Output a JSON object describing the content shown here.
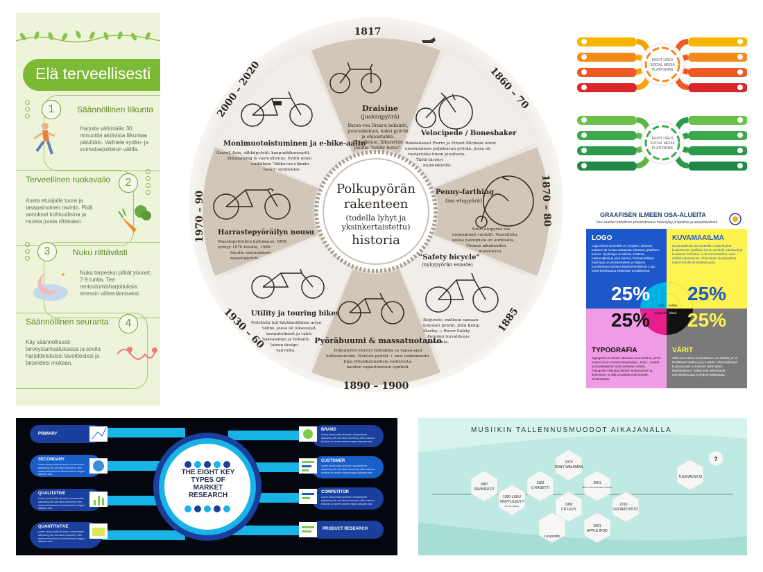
{
  "health": {
    "banner": "Elä terveellisesti",
    "items": [
      {
        "num": "1",
        "title": "Säännöllinen liikunta",
        "text": "Harjoita vähintään 30 minuuttia aktiivista liikuntaa päivittäin. Vaihtele sydän- ja voimaharjoittelun välillä."
      },
      {
        "num": "2",
        "title": "Terveellinen ruokavalio",
        "text": "Aseta etusijalle tuore ja tasapainoinen ravinto. Pidä annokset kohtuullisina ja muista juoda riittävästi."
      },
      {
        "num": "3",
        "title": "Nuku riittävästi",
        "text": "Nuku tarpeeksi pitkät yöunet, 7-9 tuntia. Tee rentoutumisharjoituksia stressin vähentämiseksi."
      },
      {
        "num": "4",
        "title": "Säännöllinen seuranta",
        "text": "Käy säännöllisesti terveystarkastuksissa ja sovita harjoittelutulosi tavoitteidesi ja tarpeidesi mukaan."
      }
    ]
  },
  "bike": {
    "center": {
      "l1": "Polkupyörän",
      "l2": "rakenteen",
      "l3": "(todella lyhyt ja",
      "l4": "yksinkertaistettu)",
      "l5": "historia"
    },
    "years": {
      "y1817": "1817",
      "y1860": "1860 – 70",
      "y1870": "1870 – 80",
      "y1885": "1885",
      "y1890": "1890 – 1900",
      "y1930": "1930 – 60",
      "y1970": "1970 – 90",
      "y2000": "2000 – 2020"
    },
    "segments": {
      "draisine": {
        "title": "Draisine",
        "sub": "(juoksupyörä)",
        "text": [
          "Baron von Drais'n keksintö,",
          "puurunkoinen, kaksi pyörää",
          "ja ohjaustanko.",
          "Ei polkimia, liikutettiin",
          "jaloilla \"hobby horse\"."
        ]
      },
      "velocipede": {
        "title": "Velocipede / Boneshaker",
        "text": [
          "Ranskalaiset Pierre ja Ernest Michaux loivat",
          "ensimmäisen poljettavan pyörän, jossa oli",
          "rautarunko ilman jousitusta.",
          "Tästä täristyi",
          "mukulakivillä."
        ]
      },
      "penny": {
        "title": "Penny-farthing",
        "sub": "(iso etupyörä)",
        "text": [
          "Suuri etupyörä tuo",
          "nopeammat vauhdit. Vaarallista,",
          "koska painopiste on korkealla.",
          "Yleinen aikakauden",
          "muotokuva."
        ]
      },
      "safety": {
        "title": "\"Safety bicycle\"",
        "sub": "(nykypyörän esiaste)",
        "text": [
          "Ketjuveto, melkein samaan",
          "kokoiset pyörät. John Kemp",
          "Starley → Rover Safety.",
          "Parempi turvallisuus",
          "ja hallinta."
        ]
      },
      "boom": {
        "title": "Pyöräbuumi & massatuotanto",
        "text": [
          "Polkupyörä yleistyi työmatka- ja vapaa-ajan",
          "kulkuneuvoksi. Naisten pyörät + uusi runkomuoto.",
          "Jopa yhteiskunnallista vaikutusta:",
          "naisten vapautumisen symboli."
        ]
      },
      "utility": {
        "title": "Utility ja touring bikes",
        "text": [
          "Pyöräistä tuli käytännöllinen arjen",
          "väline, jossa oli lokasuojat,",
          "tavaratelineet ja valot.",
          "Saksalainen ja hollanti-",
          "lainen design",
          "vahvoilla."
        ]
      },
      "hobby": {
        "title": "Harrastepyöräilyn nousu",
        "text": [
          "Maastopyöräilyn kultakausi, BMX",
          "syntyy 1970-luvulla, 1980-",
          "luvulla ensimmäiset",
          "maastopyörät."
        ]
      },
      "ebike": {
        "title": "Monimuotoistuminen ja e-bike-aalto",
        "text": [
          "Gravel, fixie, sähköpyörät, kaupunkikonseptit,",
          "bikepacking & vastuullisuus. Pyörä nousi",
          "uudelleen \"liikkuvan elämän-",
          "tavan\" symboliksi."
        ]
      }
    }
  },
  "social": {
    "center_l1": "EIGHT USED",
    "center_l2": "SOCIAL MEDIA",
    "center_l3": "PLATFORMS"
  },
  "graphic": {
    "title": "GRAAFISEN ILMEEN OSA-ALUEITA",
    "subtitle": "Osa-alueiden todellinen prosenttiosuus määräytyy projektista ja asiayhteydestä",
    "logo": {
      "head": "LOGO",
      "body": "Logo eli tunnusmerkki on yritysten, yhteisön, tuotteen tai muuta vastaavaa edustava graafinen tunnus. Hyvä logo on selkeä, erottuva, mieleenjäävä ja aina toimiva. Parhaimmillaan hyvä logo on yksinkertainen ja helposti tunnistettava kaikissa käyttöyhteyksissä. Logo toimii tehokkaana viestinnän työvälineenä."
    },
    "kuva": {
      "head": "KUVAMAAILMA",
      "body": "Kuvamaailman elementteihin voivat kuulua kuvituskuvat, grafiikat, ikonit, symbolit, valokuvat ja kuvioinnit. Tarkoitus ei ole kuvamaailma, vaan esittää kokonaisuus. Yhtenäinen kuvamaailma tukee brändin tunnistettavuutta."
    },
    "typo": {
      "head": "TYPOGRAFIA",
      "body": "Typografia on tekstin ulkoasun suunnittelua, johon kuuluu muun muassa kirjasinlajin-, koon-, merkki- ja rivivälistyksen sekä asettelun valinta. Typografia vaikuttaa tekstin luettavuuteen ja ilmeeseen, ja sillä on tärkeä rooli brändin viestinnässä."
    },
    "varit": {
      "head": "VÄRIT",
      "body": "Värit ovat vahva tunnistettava osa ilmettä, ja ne herättävät mielikuvia ja tunteita. Värimaailmaan kuuluvat pää- ja tukivärit sekä niiden käyttösäännöt. Valitut värit vahvistavat tunnistettavuutta ja yhdenmukaisuutta."
    },
    "p1": "25%",
    "p2": "25%",
    "p3": "25%",
    "p4": "25%",
    "ring": {
      "cyan": "cyan",
      "yellow": "yellow",
      "magenta": "magenta",
      "black": "black"
    }
  },
  "market": {
    "center": [
      "THE EIGHT KEY",
      "TYPES OF",
      "MARKET",
      "RESEARCH"
    ],
    "left": [
      {
        "label": "PRIMARY",
        "body": ""
      },
      {
        "label": "SECONDARY",
        "body": "Lorem ipsum dolor sit amet, consectetuer adipiscing elit, sed diam nonummy nibh euismod tincidunt ut laoreet dolore magna aliquam erat."
      },
      {
        "label": "QUALITATIVE",
        "body": "Lorem ipsum dolor sit amet, consectetuer adipiscing elit, sed diam nonummy nibh euismod tincidunt ut laoreet dolore magna aliquam erat."
      },
      {
        "label": "QUANTITATIVE",
        "body": "Lorem ipsum dolor sit amet, consectetuer adipiscing elit, sed diam nonummy nibh euismod tincidunt ut laoreet dolore magna aliquam erat."
      }
    ],
    "right": [
      {
        "label": "BRAND",
        "body": "Lorem ipsum dolor sit amet, consectetuer adipiscing elit, sed diam nonummy nibh euismod tincidunt ut laoreet dolore magna aliquam erat."
      },
      {
        "label": "CUSTOMER",
        "body": "Lorem ipsum dolor sit amet, consectetuer adipiscing elit, sed diam nonummy nibh euismod tincidunt ut laoreet dolore magna aliquam erat."
      },
      {
        "label": "COMPETITOR",
        "body": "Lorem ipsum dolor sit amet, consectetuer adipiscing elit, sed diam nonummy nibh euismod tincidunt ut laoreet dolore magna aliquam erat."
      },
      {
        "label": "PRODUCT RESEARCH",
        "body": ""
      }
    ]
  },
  "music": {
    "title": "MUSIIKIN TALLENNUSMUODOT AIKAJANALLA",
    "items": {
      "y1887": "1887",
      "n1887": "SAVIKIEKOT",
      "y1950": "1950-LUKU",
      "n1950": "VINYYLILEVYT",
      "s1950": "LP-levy yleistyy",
      "y1963": "1963",
      "n1963": "C-KASETTI",
      "y1979": "1979",
      "n1979": "SONY WALKMAN",
      "y1982": "1982",
      "n1982": "CD-LEVY",
      "y2001a": "2001",
      "n2001a": "MP3 & DIGITAALINEN LATAUS",
      "y2001b": "2001",
      "n2001b": "APPLE IPOD",
      "y2010": "2010 →",
      "n2010": "SUORATOISTO",
      "fut": "TULEVAISUUS",
      "q": "?",
      "player": "Levysoitin"
    }
  },
  "colors": {
    "health_green": "#7cba35",
    "wheel_taupe": "#d1c6b8",
    "wheel_light": "#f1ede8",
    "market_navy": "#05070f",
    "music_mint": "#bfeae3"
  }
}
